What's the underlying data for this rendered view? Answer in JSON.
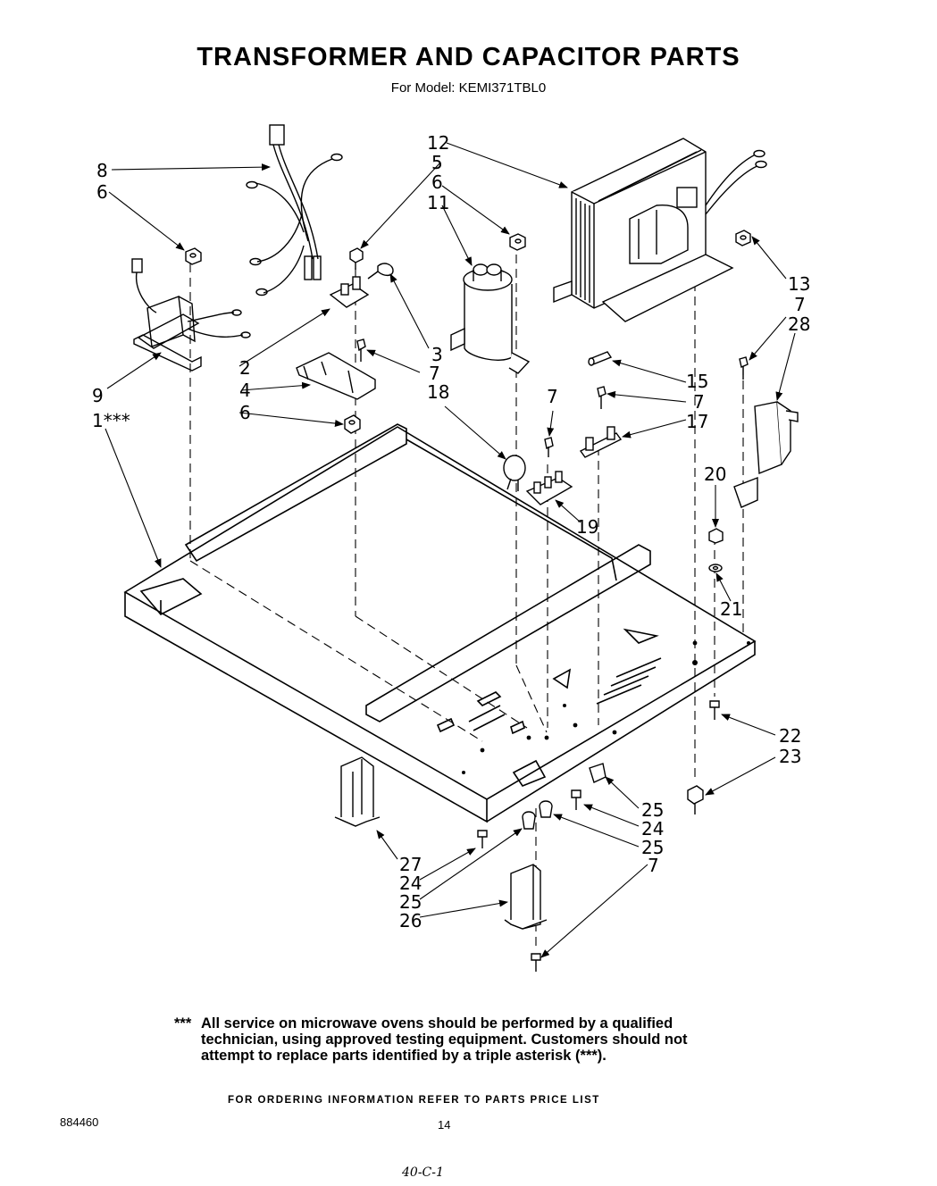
{
  "header": {
    "title": "TRANSFORMER AND CAPACITOR PARTS",
    "subtitle": "For Model: KEMI371TBL0"
  },
  "callouts": [
    "8",
    "6",
    "12",
    "5",
    "6",
    "11",
    "13",
    "7",
    "28",
    "3",
    "2",
    "7",
    "4",
    "18",
    "7",
    "15",
    "7",
    "17",
    "6",
    "9",
    "1***",
    "20",
    "19",
    "21",
    "22",
    "23",
    "25",
    "24",
    "25",
    "7",
    "27",
    "24",
    "25",
    "26"
  ],
  "note": {
    "stars": "***",
    "line1": "All service on microwave ovens should be performed by a qualified",
    "line2": "technician, using approved testing equipment. Customers should not",
    "line3": "attempt to replace parts identified by a triple asterisk (***)."
  },
  "footer": {
    "ordering": "FOR ORDERING INFORMATION REFER TO PARTS PRICE LIST",
    "doc_number": "884460",
    "page_number": "14",
    "handwritten": "40-C-1"
  }
}
